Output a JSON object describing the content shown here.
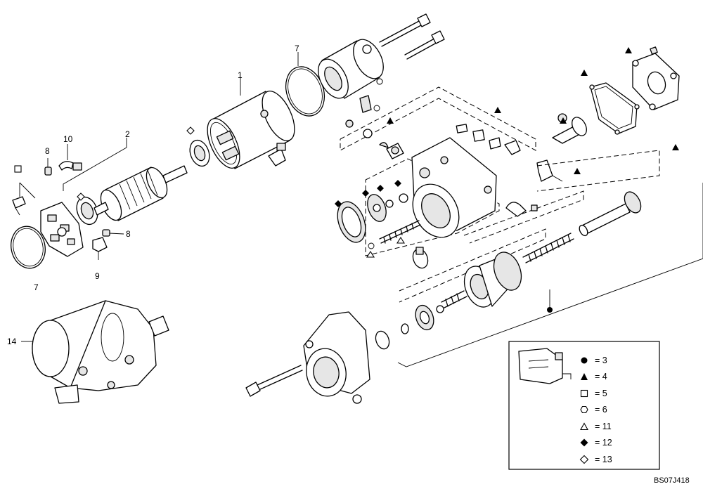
{
  "callouts": {
    "c1": "1",
    "c2": "2",
    "c7a": "7",
    "c7b": "7",
    "c8a": "8",
    "c8b": "8",
    "c9": "9",
    "c10": "10",
    "c14": "14"
  },
  "legend": {
    "items": [
      {
        "symbol": "filled-circle",
        "text": "= 3"
      },
      {
        "symbol": "filled-triangle",
        "text": "= 4"
      },
      {
        "symbol": "open-square",
        "text": "= 5"
      },
      {
        "symbol": "open-hexagon",
        "text": "= 6"
      },
      {
        "symbol": "open-triangle",
        "text": "= 11"
      },
      {
        "symbol": "filled-diamond",
        "text": "= 12"
      },
      {
        "symbol": "open-diamond",
        "text": "= 13"
      }
    ]
  },
  "drawing_code": "BS07J418"
}
